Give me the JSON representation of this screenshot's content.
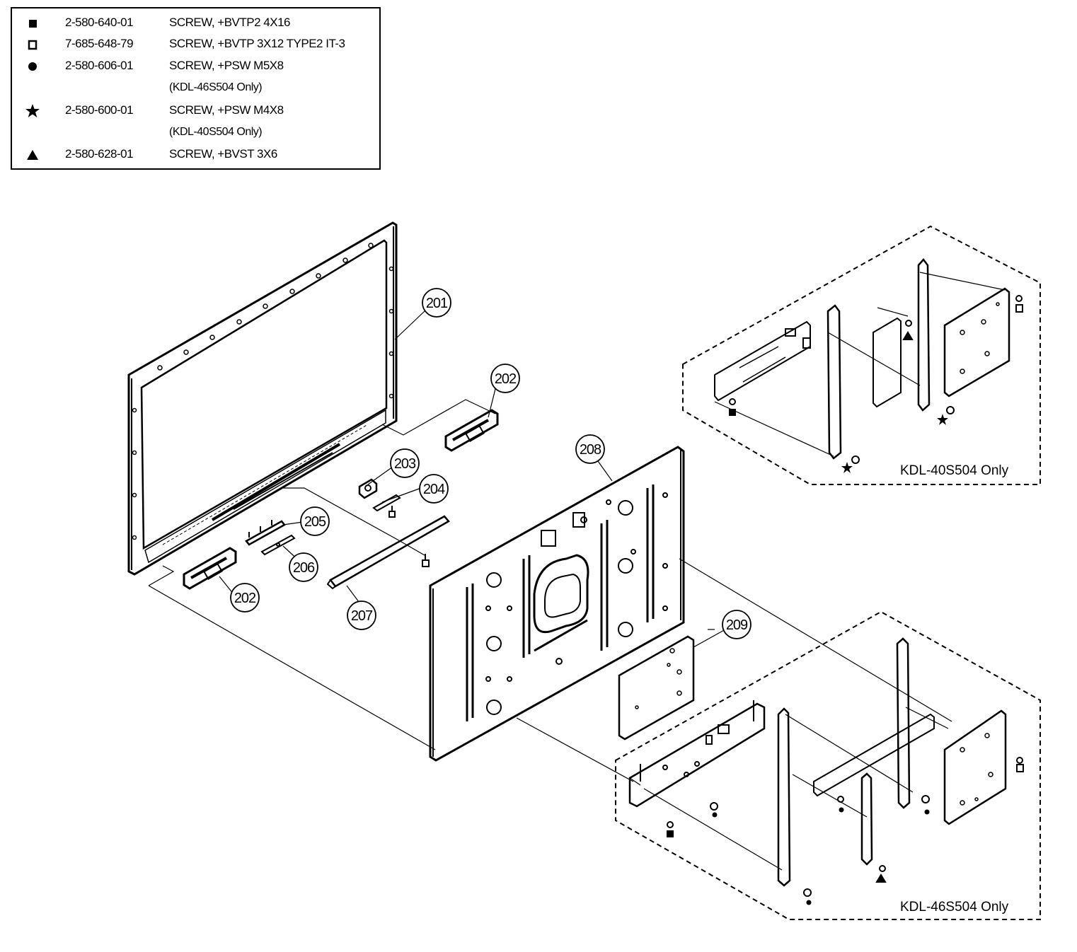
{
  "legend": {
    "rows": [
      {
        "symbol": "filled-square",
        "part_no": "2-580-640-01",
        "desc": "SCREW, +BVTP2 4X16"
      },
      {
        "symbol": "open-square",
        "part_no": "7-685-648-79",
        "desc": "SCREW, +BVTP 3X12 TYPE2 IT-3"
      },
      {
        "symbol": "filled-circle",
        "part_no": "2-580-606-01",
        "desc": "SCREW, +PSW M5X8"
      },
      {
        "symbol": "none",
        "part_no": "",
        "desc": "(KDL-46S504 Only)"
      },
      {
        "symbol": "filled-star",
        "part_no": "2-580-600-01",
        "desc": "SCREW, +PSW M4X8"
      },
      {
        "symbol": "none",
        "part_no": "",
        "desc": "(KDL-40S504 Only)"
      },
      {
        "symbol": "filled-triangle",
        "part_no": "2-580-628-01",
        "desc": "SCREW, +BVST 3X6"
      }
    ]
  },
  "callouts": [
    "201",
    "202",
    "202",
    "203",
    "204",
    "205",
    "206",
    "207",
    "208",
    "209"
  ],
  "groups": {
    "kdl40": "KDL-40S504 Only",
    "kdl46": "KDL-46S504 Only"
  },
  "colors": {
    "ink": "#000000",
    "paper": "#ffffff"
  }
}
